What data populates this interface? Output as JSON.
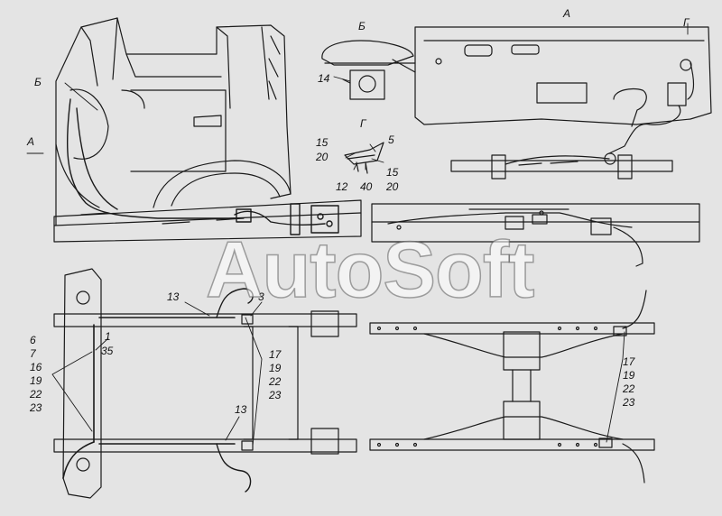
{
  "watermark": "AutoSoft",
  "views": {
    "side": {
      "label_b": "Б",
      "label_a": "А"
    },
    "detail_b": {
      "title": "Б",
      "c14": "14"
    },
    "detail_g": {
      "title": "Г",
      "c15a": "15",
      "c20a": "20",
      "c5": "5",
      "c12": "12",
      "c40": "40",
      "c15b": "15",
      "c20b": "20"
    },
    "view_a": {
      "title": "А",
      "label_g": "Г"
    },
    "plan_left": {
      "c13_top": "13",
      "c3": "3",
      "c13_bottom": "13",
      "left_stack": [
        "6",
        "7",
        "16",
        "19",
        "22",
        "23"
      ],
      "c1": "1",
      "c35": "35",
      "right_stack": [
        "17",
        "19",
        "22",
        "23"
      ]
    },
    "plan_right": {
      "right_stack": [
        "17",
        "19",
        "22",
        "23"
      ]
    }
  },
  "colors": {
    "background": "#e4e4e4",
    "line": "#1a1a1a",
    "watermark_fill": "#ffffff"
  }
}
